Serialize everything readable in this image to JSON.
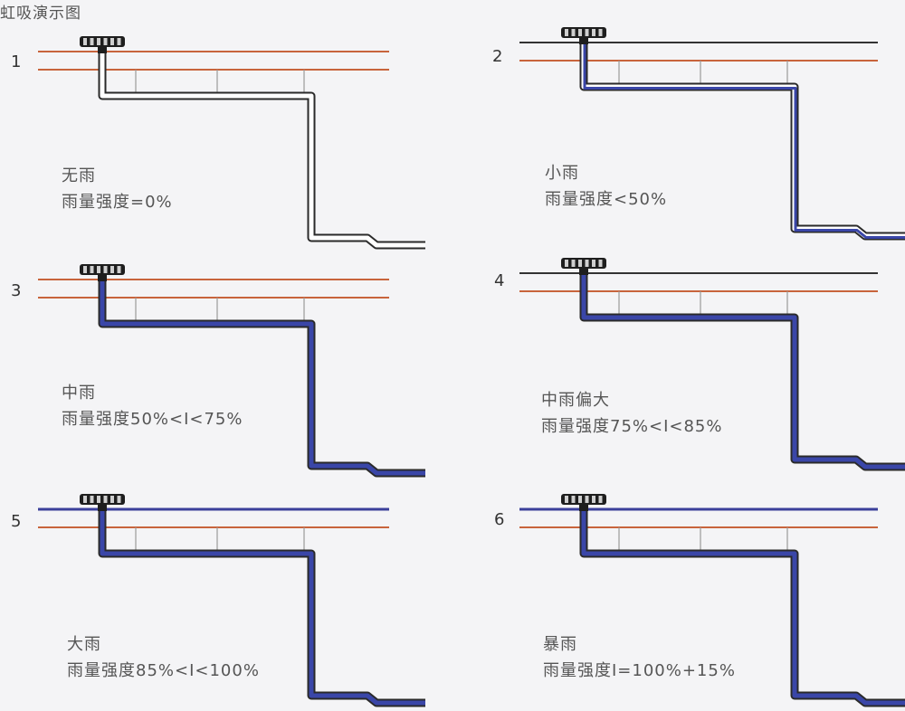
{
  "title": "虹吸演示图",
  "panels": [
    {
      "number": "1",
      "name": "无雨",
      "intensity": "雨量强度=0%",
      "fill": 0
    },
    {
      "number": "2",
      "name": "小雨",
      "intensity": "雨量强度<50%",
      "fill": 0.25
    },
    {
      "number": "3",
      "name": "中雨",
      "intensity": "雨量强度50%<I<75%",
      "fill": 0.6
    },
    {
      "number": "4",
      "name": "中雨偏大",
      "intensity": "雨量强度75%<I<85%",
      "fill": 0.8
    },
    {
      "number": "5",
      "name": "大雨",
      "intensity": "雨量强度85%<I<100%",
      "fill": 0.95
    },
    {
      "number": "6",
      "name": "暴雨",
      "intensity": "雨量强度I=100%+15%",
      "fill": 1
    }
  ],
  "colors": {
    "background": "#f4f4f6",
    "roof_line_dry": "#333333",
    "roof_line_wet": "#3b3f9a",
    "gutter_line": "#c8643c",
    "pipe_outline": "#2a2a2a",
    "pipe_inner": "#ffffff",
    "water": "#3a46a8",
    "hanger": "#9a9a9a"
  }
}
